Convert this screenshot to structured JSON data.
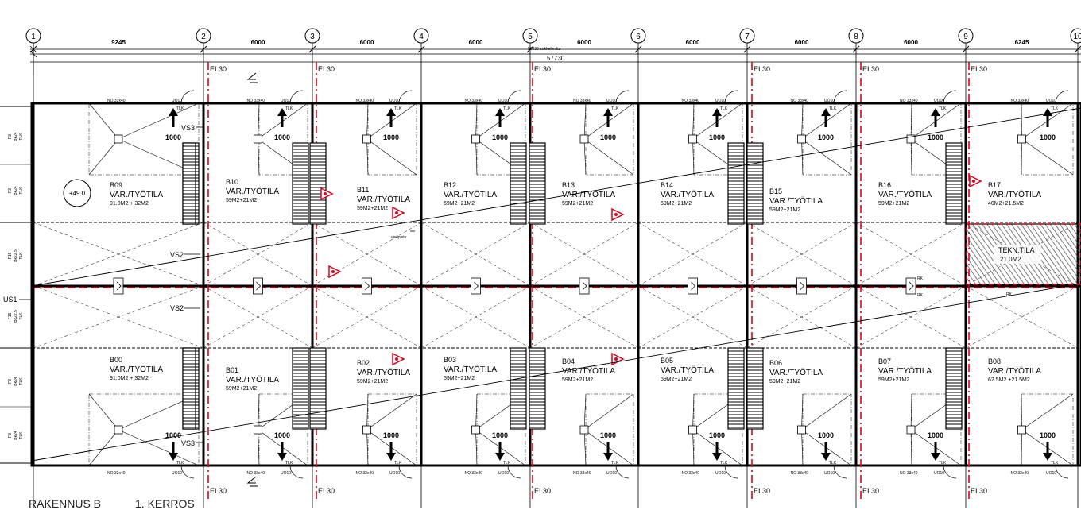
{
  "drawing": {
    "title": "RAKENNUS B",
    "floor": "1. KERROS",
    "dim_total_plinth": "58030 sokkelimitta",
    "dim_total": "57730",
    "spacings": [
      "9245",
      "6000",
      "6000",
      "6000",
      "6000",
      "6000",
      "6000",
      "6000",
      "6245"
    ],
    "grid_labels": [
      "1",
      "2",
      "3",
      "4",
      "5",
      "6",
      "7",
      "8",
      "9",
      "10"
    ],
    "fire_label": "EI 30",
    "vs2": "VS2",
    "vs3": "VS3",
    "us1": "US1",
    "vesipiste": "vesipiste",
    "level_mark": "+49.0",
    "door_width": "1000",
    "door_code": "UO10",
    "window_code": "NO 33x40",
    "tlk": "TLK",
    "rk": "RK",
    "side_labels": [
      "F3 Bk24 TLK",
      "F3 Bk24 TLK",
      "F15 Bk22.5 TLK",
      "F15 Bk22.5 TLK",
      "F3 Bk24 TLK",
      "F3 Bk24 TLK"
    ],
    "tech_room": {
      "name": "TEKN.TILA",
      "area": "21.0M2"
    }
  },
  "rooms_top": [
    {
      "code": "B09",
      "name": "VAR./TYÖTILA",
      "area": "91.0M2 + 32M2"
    },
    {
      "code": "B10",
      "name": "VAR./TYÖTILA",
      "area": "59M2+21M2"
    },
    {
      "code": "B11",
      "name": "VAR./TYÖTILA",
      "area": "59M2+21M2"
    },
    {
      "code": "B12",
      "name": "VAR./TYÖTILA",
      "area": "59M2+21M2"
    },
    {
      "code": "B13",
      "name": "VAR./TYÖTILA",
      "area": "59M2+21M2"
    },
    {
      "code": "B14",
      "name": "VAR./TYÖTILA",
      "area": "59M2+21M2"
    },
    {
      "code": "B15",
      "name": "VAR./TYÖTILA",
      "area": "59M2+21M2"
    },
    {
      "code": "B16",
      "name": "VAR./TYÖTILA",
      "area": "59M2+21M2"
    },
    {
      "code": "B17",
      "name": "VAR./TYÖTILA",
      "area": "40M2+21.5M2"
    }
  ],
  "rooms_bottom": [
    {
      "code": "B00",
      "name": "VAR./TYÖTILA",
      "area": "91.0M2 + 32M2"
    },
    {
      "code": "B01",
      "name": "VAR./TYÖTILA",
      "area": "59M2+21M2"
    },
    {
      "code": "B02",
      "name": "VAR./TYÖTILA",
      "area": "59M2+21M2"
    },
    {
      "code": "B03",
      "name": "VAR./TYÖTILA",
      "area": "59M2+21M2"
    },
    {
      "code": "B04",
      "name": "VAR./TYÖTILA",
      "area": "59M2+21M2"
    },
    {
      "code": "B05",
      "name": "VAR./TYÖTILA",
      "area": "59M2+21M2"
    },
    {
      "code": "B06",
      "name": "VAR./TYÖTILA",
      "area": "59M2+21M2"
    },
    {
      "code": "B07",
      "name": "VAR./TYÖTILA",
      "area": "59M2+21M2"
    },
    {
      "code": "B08",
      "name": "VAR./TYÖTILA",
      "area": "62.5M2 +21.5M2"
    }
  ],
  "colors": {
    "line": "#000000",
    "fire": "#e2001a",
    "hatch": "#555555"
  }
}
